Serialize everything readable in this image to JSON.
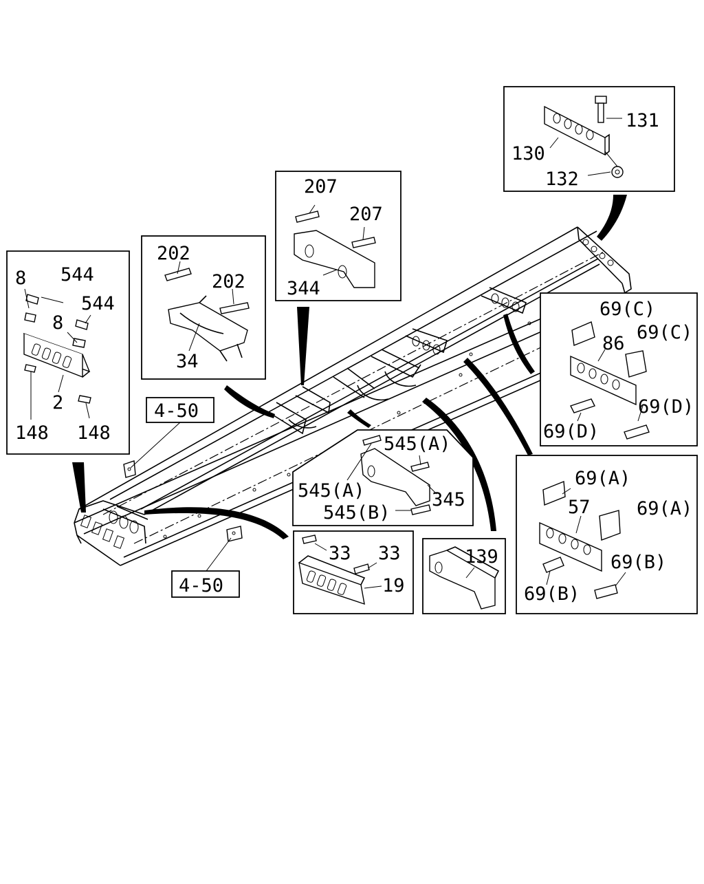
{
  "diagram": {
    "callouts": {
      "p8a": "8",
      "p544a": "544",
      "p544b": "544",
      "p8b": "8",
      "p2": "2",
      "p148a": "148",
      "p148b": "148",
      "p202a": "202",
      "p202b": "202",
      "p34": "34",
      "p207a": "207",
      "p207b": "207",
      "p344": "344",
      "p131": "131",
      "p130": "130",
      "p132": "132",
      "p69c1": "69(C)",
      "p69c2": "69(C)",
      "p86": "86",
      "p69d1": "69(D)",
      "p69d2": "69(D)",
      "p545a1": "545(A)",
      "p545a2": "545(A)",
      "p345": "345",
      "p545b": "545(B)",
      "p69a1": "69(A)",
      "p57": "57",
      "p69a2": "69(A)",
      "p69b1": "69(B)",
      "p69b2": "69(B)",
      "p33a": "33",
      "p33b": "33",
      "p19": "19",
      "p139": "139",
      "ref1": "4-50",
      "ref2": "4-50"
    }
  }
}
